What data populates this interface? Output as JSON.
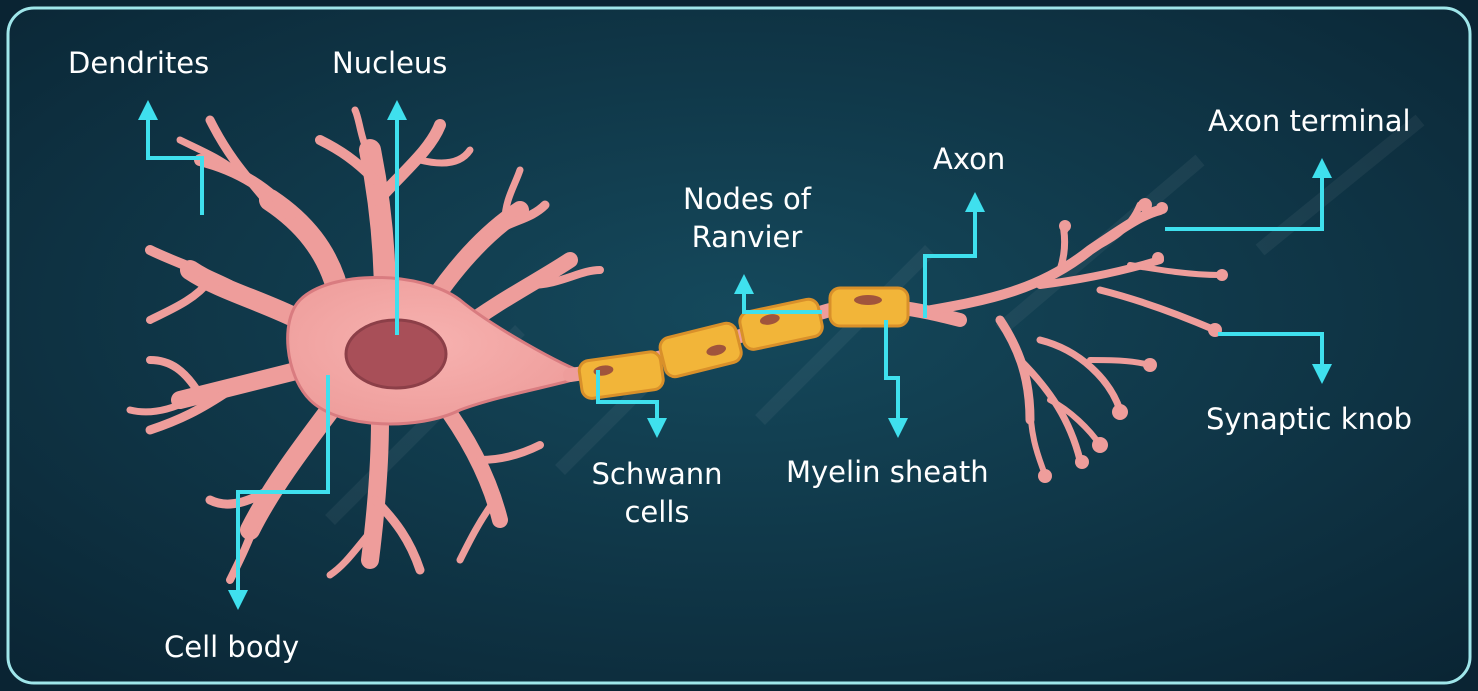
{
  "diagram": {
    "labels": {
      "dendrites": "Dendrites",
      "nucleus": "Nucleus",
      "axon_terminal": "Axon terminal",
      "axon": "Axon",
      "nodes_of_ranvier": [
        "Nodes of",
        "Ranvier"
      ],
      "schwann_cells": [
        "Schwann",
        "cells"
      ],
      "myelin_sheath": "Myelin sheath",
      "synaptic_knob": "Synaptic knob",
      "cell_body": "Cell body"
    },
    "colors": {
      "background_center": "#15495c",
      "background_edge": "#0a2433",
      "frame_border": "#9fe6ea",
      "leader_line": "#3fe0ee",
      "neuron_fill": "#ee9d9b",
      "neuron_shade": "#d97c80",
      "soma_highlight": "#f7b2b0",
      "nucleus_fill": "#a84f58",
      "myelin_fill": "#f2b539",
      "myelin_shade": "#d9902a",
      "myelin_nucleus": "#a0543c",
      "label_text": "#ffffff"
    }
  }
}
